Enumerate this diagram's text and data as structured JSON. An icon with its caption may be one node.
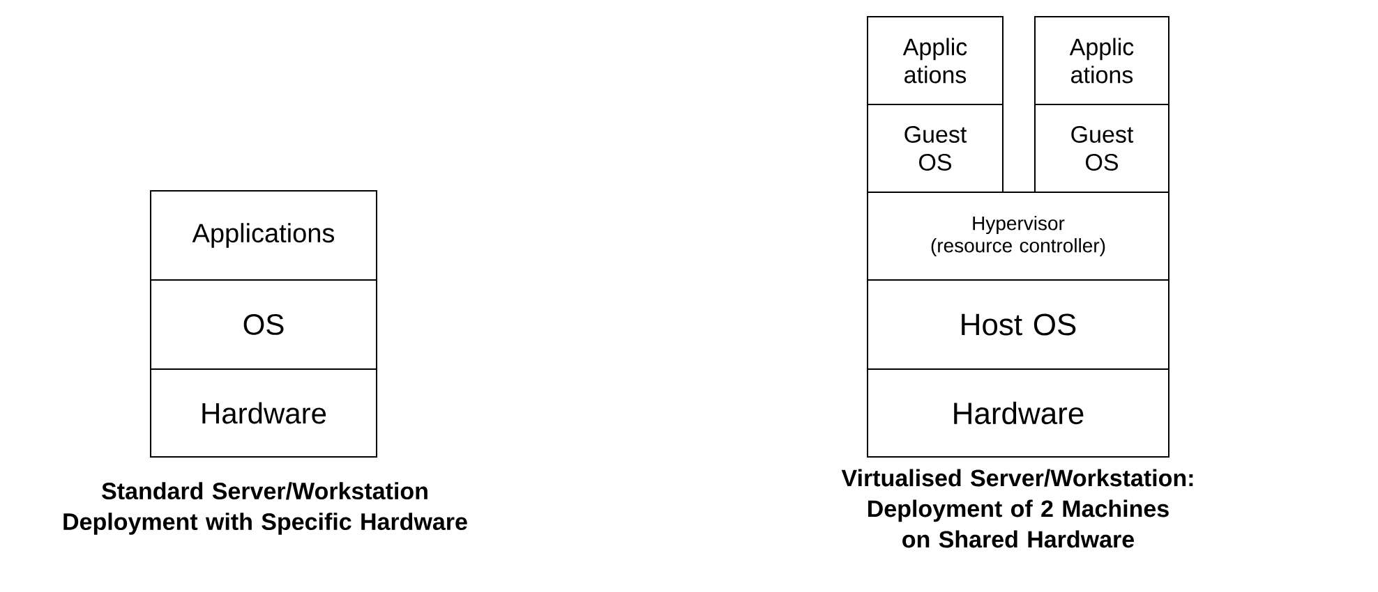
{
  "diagram": {
    "nodes": [
      {
        "text": [
          "Applications"
        ]
      },
      {
        "text": [
          "OS"
        ]
      },
      {
        "text": [
          "Hardware"
        ]
      },
      {
        "text": [
          "Applic ations"
        ]
      },
      {
        "text": [
          "Guest OS"
        ]
      },
      {
        "text": [
          "Applic ations"
        ]
      },
      {
        "text": [
          "Guest OS"
        ]
      },
      {
        "text": [
          "Hypervisor (resource controller)"
        ]
      },
      {
        "text": [
          "Host OS"
        ]
      },
      {
        "text": [
          "Hardware"
        ]
      }
    ],
    "labels": [
      "Standard Server/Workstation Deployment with Specific Hardware",
      "Virtualised Server/Workstation: Deployment of 2 Machines on Shared Hardware"
    ]
  }
}
